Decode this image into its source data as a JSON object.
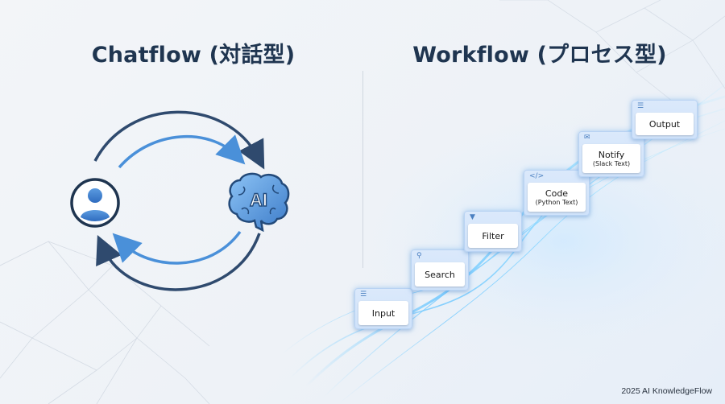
{
  "titles": {
    "chatflow": "Chatflow (対話型)",
    "workflow": "Workflow (プロセス型)"
  },
  "chatflow_diagram": {
    "user_icon": "user-icon",
    "ai_icon": "brain-icon",
    "ai_label": "AI"
  },
  "workflow_steps": [
    {
      "label": "Input",
      "sub": "",
      "icon": "menu-icon"
    },
    {
      "label": "Search",
      "sub": "",
      "icon": "search-icon"
    },
    {
      "label": "Filter",
      "sub": "",
      "icon": "filter-icon"
    },
    {
      "label": "Code",
      "sub": "(Python Text)",
      "icon": "code-icon"
    },
    {
      "label": "Notify",
      "sub": "(Slack Text)",
      "icon": "mail-icon"
    },
    {
      "label": "Output",
      "sub": "",
      "icon": "menu-icon"
    }
  ],
  "footer": "2025 AI KnowledgeFlow",
  "colors": {
    "title": "#1f3550",
    "arrow_dark": "#2f4a6e",
    "arrow_light": "#4a90d9",
    "icon_blue": "#3d7cc9"
  }
}
